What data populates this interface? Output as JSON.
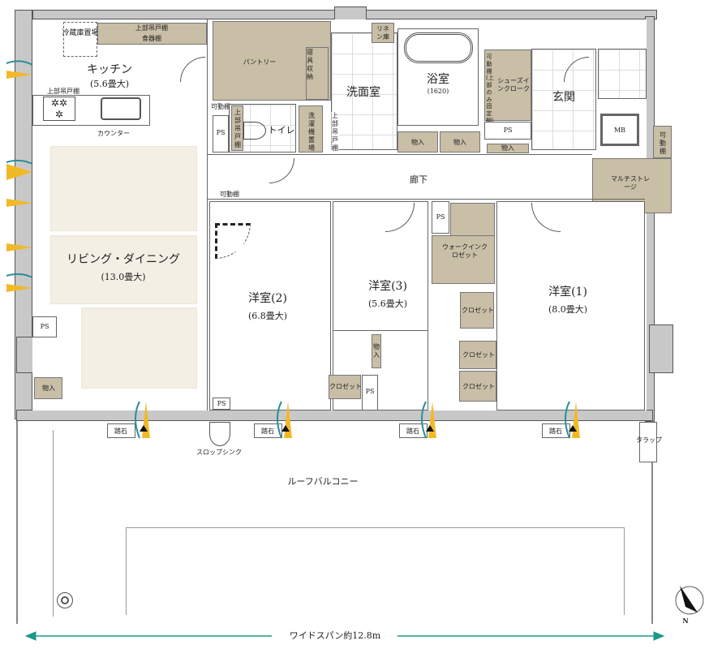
{
  "plan": {
    "kitchen": {
      "name": "キッチン",
      "size": "(5.6畳大)",
      "fridge": "冷蔵庫置場",
      "upper_cabinet": "上部吊戸棚",
      "cupboard": "食器棚",
      "upper_cabinet_2": "上部吊戸棚",
      "counter": "カウンター"
    },
    "living": {
      "name": "リビング・ダイニング",
      "size": "(13.0畳大)"
    },
    "pantry": "パントリー",
    "bedding": "寝具収納",
    "movable_shelf": "可動棚",
    "toilet": {
      "name": "トイレ",
      "upper": "上部吊戸棚"
    },
    "laundry": {
      "name": "洗濯機置場",
      "upper": "上部吊戸棚"
    },
    "washroom": "洗面室",
    "linen": "リネン庫",
    "bath": {
      "name": "浴室",
      "size": "(1620)"
    },
    "shoe_shelf": "可動棚(上部のみ固定棚)",
    "shoe_closet": "シューズインクローク",
    "entrance": "玄関",
    "mb": "MB",
    "multi_shelf": "可動棚",
    "multi_storage": "マルチストレージ",
    "hallway": "廊下",
    "hall_shelf": "可動棚",
    "storage": "物入",
    "ps": "PS",
    "room2": {
      "name": "洋室(2)",
      "size": "(6.8畳大)"
    },
    "room3": {
      "name": "洋室(3)",
      "size": "(5.6畳大)"
    },
    "room1": {
      "name": "洋室(1)",
      "size": "(8.0畳大)"
    },
    "wic": "ウォークインクロゼット",
    "closet": "クロゼット",
    "stepping_stone": "踏石",
    "slop_sink": "スロップシンク",
    "roof_balcony": "ルーフバルコニー",
    "ladder": "タラップ",
    "span": "ワイドスパン約12.8m",
    "north": "N"
  },
  "colors": {
    "storage": "#c9bea6",
    "wall": "#c8c8c8",
    "floor_light": "#f4efe4",
    "span_arrow": "#1a9a8a",
    "wind_yellow": "#f2b927",
    "wind_teal": "#2a8e99"
  }
}
